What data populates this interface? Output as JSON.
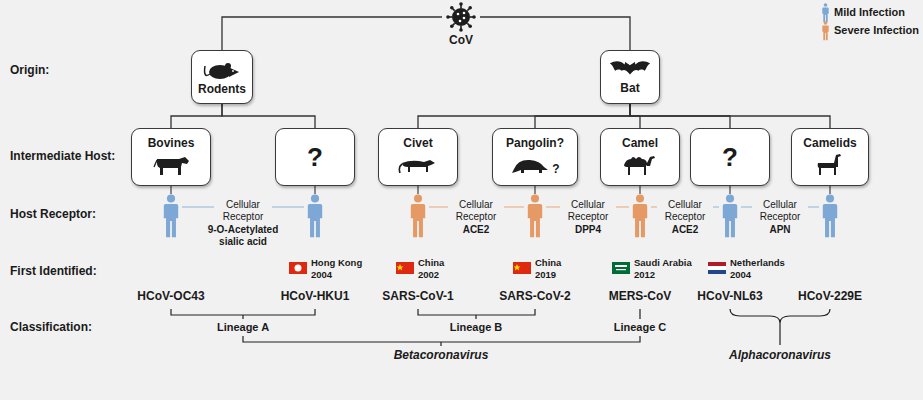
{
  "diagram": {
    "nodes": [
      {
        "text": [
          "CoV"
        ]
      },
      {
        "text": [
          "Rodents"
        ]
      },
      {
        "text": [
          "Bat"
        ]
      },
      {
        "text": [
          "Bovines"
        ]
      },
      {
        "text": [
          "?"
        ]
      },
      {
        "text": [
          "Civet"
        ]
      },
      {
        "text": [
          "Pangolin?",
          "?"
        ]
      },
      {
        "text": [
          "Camel"
        ]
      },
      {
        "text": [
          "?"
        ]
      },
      {
        "text": [
          "Camelids"
        ]
      }
    ],
    "edges": [
      {
        "from": 0,
        "to": 1,
        "arrow": "none"
      },
      {
        "from": 0,
        "to": 2,
        "arrow": "none"
      },
      {
        "from": 1,
        "to": 3,
        "arrow": "none"
      },
      {
        "from": 1,
        "to": 4,
        "arrow": "none"
      },
      {
        "from": 2,
        "to": 5,
        "arrow": "none"
      },
      {
        "from": 2,
        "to": 6,
        "arrow": "none"
      },
      {
        "from": 2,
        "to": 7,
        "arrow": "none"
      },
      {
        "from": 2,
        "to": 8,
        "arrow": "none"
      },
      {
        "from": 2,
        "to": 9,
        "arrow": "none"
      }
    ],
    "labels": [
      "Origin:",
      "Intermediate Host:",
      "Host Receptor:",
      "First Identified:",
      "Classification:",
      "Cellular Receptor",
      "9-O-Acetylated sialic acid",
      "Cellular Receptor",
      "ACE2",
      "Cellular Receptor",
      "DPP4",
      "Cellular Receptor",
      "ACE2",
      "Cellular Receptor",
      "APN",
      "Hong Kong",
      "2004",
      "China",
      "2002",
      "China",
      "2019",
      "Saudi Arabia",
      "2012",
      "Netherlands",
      "2004",
      "HCoV-OC43",
      "HCoV-HKU1",
      "SARS-CoV-1",
      "SARS-CoV-2",
      "MERS-CoV",
      "HCoV-NL63",
      "HCoV-229E",
      "Lineage A",
      "Lineage B",
      "Lineage C",
      "Betacoronavirus",
      "Alphacoronavirus"
    ],
    "legend": [
      {
        "text": "Mild Infection"
      },
      {
        "text": "Severe Infection"
      }
    ]
  }
}
